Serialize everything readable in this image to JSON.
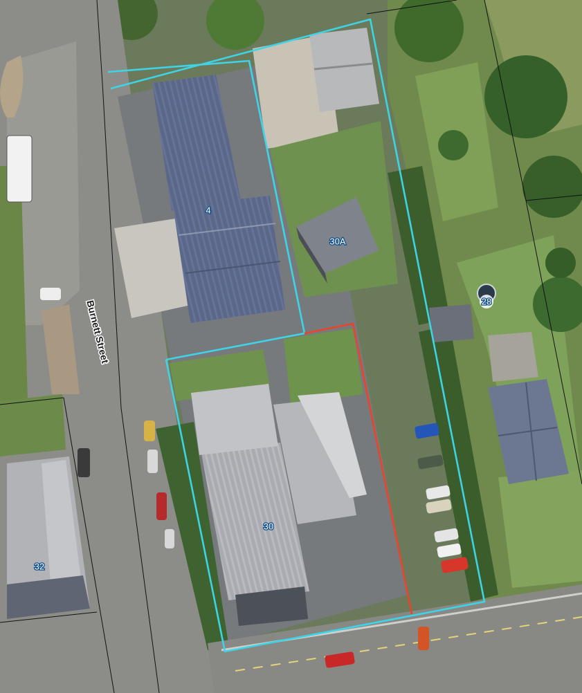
{
  "street": {
    "name": "Burnett Street"
  },
  "parcels": [
    {
      "label": "4"
    },
    {
      "label": "30A"
    },
    {
      "label": "28"
    },
    {
      "label": "30"
    },
    {
      "label": "32"
    }
  ],
  "colors": {
    "highlight_boundary": "#3fd3e6",
    "secondary_boundary": "#e8452a",
    "parcel_line": "#111111"
  }
}
